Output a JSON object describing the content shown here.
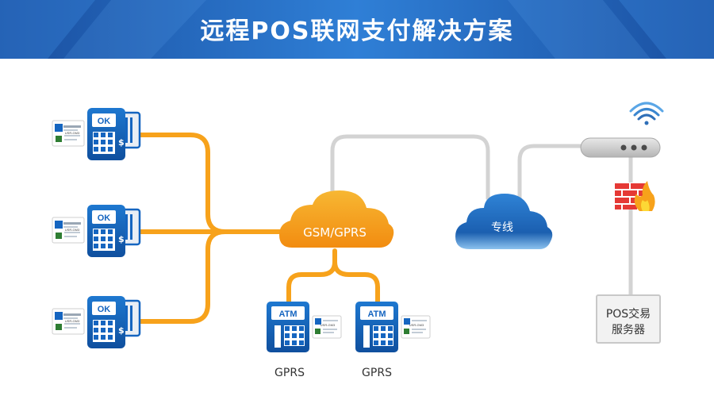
{
  "title": "远程POS联网支付解决方案",
  "clouds": {
    "gsm_label": "GSM/GPRS",
    "private_line_label": "专线"
  },
  "pos_terminals": [
    {
      "screen_label": "OK",
      "module_label": "USR-GM3"
    },
    {
      "screen_label": "OK",
      "module_label": "USR-GM3"
    },
    {
      "screen_label": "OK",
      "module_label": "USR-GM3"
    }
  ],
  "atms": [
    {
      "screen_label": "ATM",
      "module_label": "USR-GM3",
      "caption": "GPRS"
    },
    {
      "screen_label": "ATM",
      "module_label": "USR-GM3",
      "caption": "GPRS"
    }
  ],
  "server": {
    "label_line1": "POS交易",
    "label_line2": "服务器"
  },
  "colors": {
    "banner_dark": "#1a4fa0",
    "banner_light": "#2f7fd6",
    "orange_line": "#f7a21b",
    "gray_line": "#d3d3d3",
    "terminal_blue": "#1565c0",
    "cloud_orange": "#f5a623",
    "cloud_blue": "#1f6fc0",
    "firewall_red": "#e53935"
  },
  "icons": {
    "router": "router-icon",
    "firewall": "firewall-icon",
    "wifi": "wifi-icon"
  }
}
